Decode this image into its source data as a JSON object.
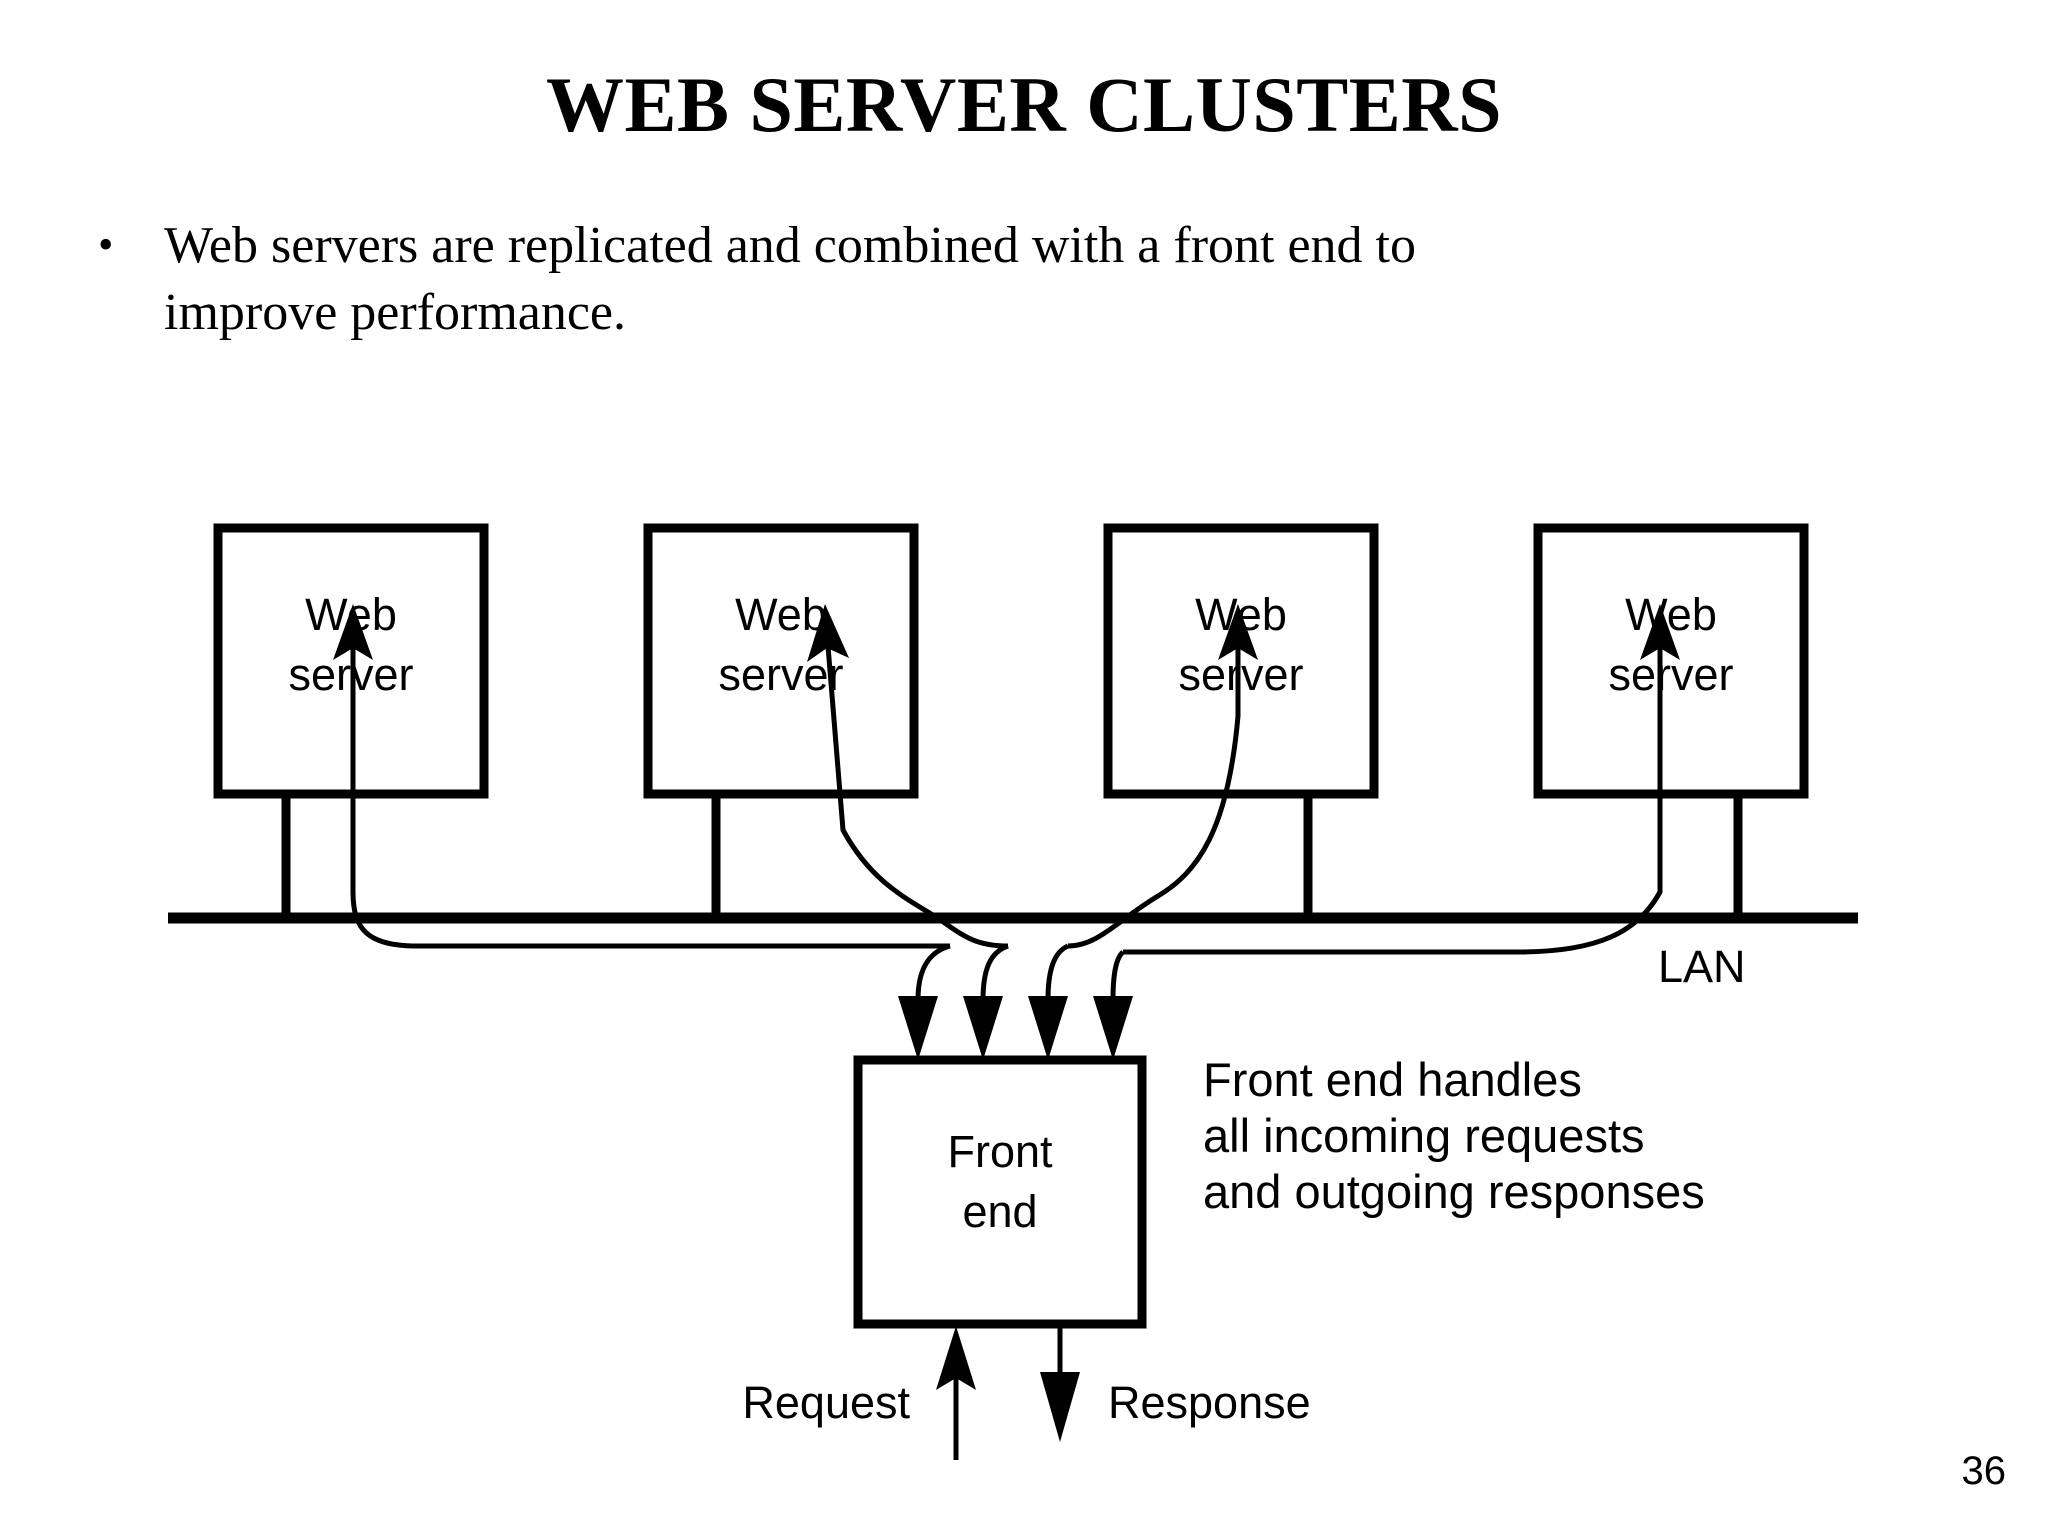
{
  "slide": {
    "title": "WEB SERVER CLUSTERS",
    "page_number": "36",
    "bullet_mark": "•",
    "bullets": [
      "Web servers are replicated and combined with a front end to improve performance."
    ]
  },
  "diagram": {
    "servers": [
      {
        "line1": "Web",
        "line2": "server"
      },
      {
        "line1": "Web",
        "line2": "server"
      },
      {
        "line1": "Web",
        "line2": "server"
      },
      {
        "line1": "Web",
        "line2": "server"
      }
    ],
    "bus_label": "LAN",
    "front_end": {
      "line1": "Front",
      "line2": "end"
    },
    "note_lines": [
      "Front end handles",
      "all incoming requests",
      "and outgoing responses"
    ],
    "request_label": "Request",
    "response_label": "Response"
  },
  "colors": {
    "background": "#ffffff",
    "ink": "#000000"
  }
}
